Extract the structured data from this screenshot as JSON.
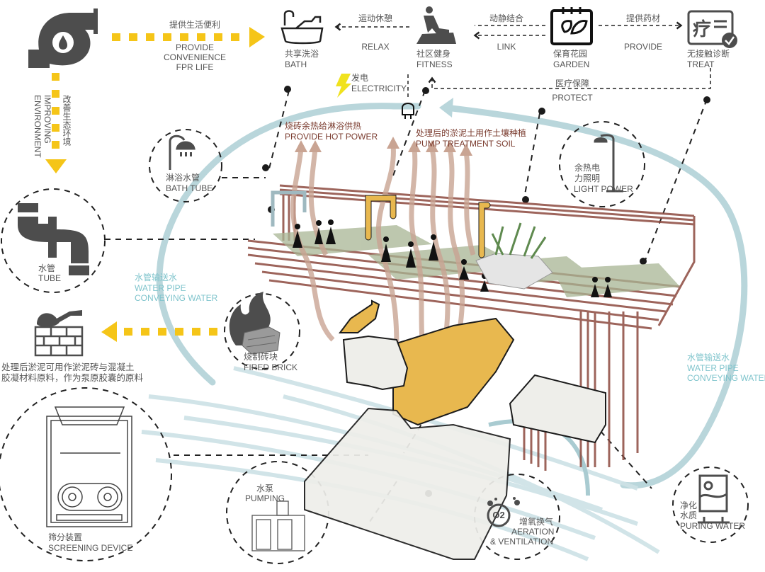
{
  "colors": {
    "accent_yellow": "#f5c518",
    "icon_dark": "#4d4d4d",
    "water_blue": "#b9d6db",
    "pipe_brown": "#8c4a3f",
    "heat_arrow": "#c9a493",
    "teal_text": "#7fc4cc",
    "brown_text": "#7a3b2e",
    "machine_gold": "#e8b84f",
    "ground_green": "#9fae8c"
  },
  "top_row": {
    "bath": {
      "icon": "bathtub-icon",
      "zh": "共享洗浴",
      "en": "BATH"
    },
    "fitness": {
      "icon": "fitness-icon",
      "zh": "社区健身",
      "en": "FITNESS"
    },
    "garden": {
      "icon": "garden-calendar-icon",
      "zh": "保育花园",
      "en": "GARDEN"
    },
    "treat": {
      "icon": "treatment-icon",
      "zh": "无接触诊断",
      "en": "TREAT"
    },
    "link_relax": {
      "zh": "运动休憩",
      "en": "RELAX"
    },
    "link_link": {
      "zh": "动静结合",
      "en": "LINK"
    },
    "link_provide": {
      "zh": "提供药材",
      "en": "PROVIDE"
    },
    "link_protect": {
      "zh": "医疗保障",
      "en": "PROTECT"
    }
  },
  "pump_flows": {
    "right": {
      "zh": "提供生活便利",
      "en1": "PROVIDE",
      "en2": "CONVENIENCE",
      "en3": "FPR LIFE"
    },
    "down": {
      "zh": "改善生态环境",
      "en1": "IMPROVING",
      "en2": "ENVIRONMENT"
    }
  },
  "electricity": {
    "zh": "发电",
    "en": "ELECTRICITY"
  },
  "heat_labels": {
    "hot_power": {
      "zh": "烧砖余热给淋浴供热",
      "en": "PROVIDE HOT POWER"
    },
    "soil": {
      "zh": "处理后的淤泥土用作土壤种植",
      "en": "PUMP TREATMENT SOIL"
    }
  },
  "callouts": {
    "bath_tube": {
      "icon": "shower-icon",
      "zh": "淋浴水管",
      "en": "BATH TUBE"
    },
    "tube": {
      "icon": "pipe-icon",
      "zh": "水管",
      "en": "TUBE"
    },
    "light_power": {
      "icon": "street-lamp-icon",
      "zh1": "余热电",
      "zh2": "力照明",
      "en": "LIGHT POWER"
    },
    "fired_brick": {
      "icon": "fire-brick-icon",
      "zh": "烧制砖块",
      "en": "FIRED BRICK"
    },
    "screening": {
      "icon": "screening-device-icon",
      "zh": "筛分装置",
      "en": "SCREENING DEVICE"
    },
    "pumping": {
      "icon": "pump-icon",
      "zh": "水泵",
      "en": "PUMPING"
    },
    "aeration": {
      "icon": "o2-icon",
      "o2": "O2",
      "zh": "增氧换气",
      "en1": "AERATION",
      "en2": "& VENTILATION"
    },
    "puring": {
      "icon": "water-purifier-icon",
      "zh1": "净化",
      "zh2": "水质",
      "en": "PURING WATER"
    }
  },
  "water_pipe_left": {
    "zh": "水管输送水",
    "en1": "WATER PIPE",
    "en2": "CONVEYING WATER"
  },
  "water_pipe_right": {
    "zh": "水管输送水",
    "en1": "WATER PIPE",
    "en2": "CONVEYING WATER"
  },
  "brick_use": {
    "line1": "处理后淤泥可用作淤泥砖与混凝土",
    "line2": "胶凝材料原料，作为泵原胶囊的原料"
  }
}
